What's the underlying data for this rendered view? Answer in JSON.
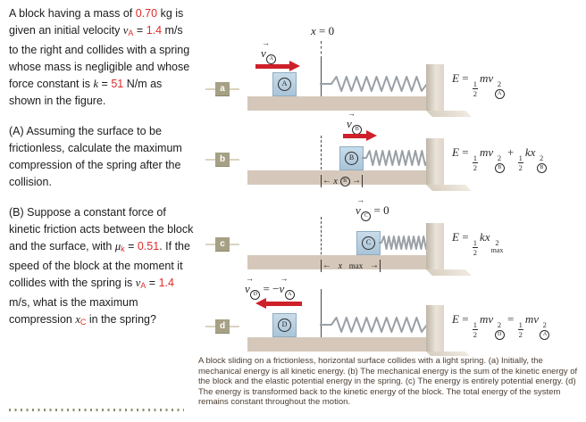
{
  "colors": {
    "highlight_red": "#e02b2b",
    "arrow_red": "#ce2029",
    "block_blue": "#b7cfe0",
    "floor_tan": "#d5c8ba",
    "label_olive": "#a6a085",
    "caption_brown": "#4b3e33",
    "spring_gray": "#9aa0a6"
  },
  "problem": {
    "p1": [
      {
        "t": "A block having a mass of "
      },
      {
        "t": "0.70",
        "red": true
      },
      {
        "t": " kg is given an initial velocity "
      },
      {
        "t": "v",
        "s": "i"
      },
      {
        "t": "A",
        "s": "sub",
        "red": true
      },
      {
        "t": " = "
      },
      {
        "t": "1.4",
        "red": true
      },
      {
        "t": " m/s to the right and collides with a spring whose mass is negligible and whose force constant is "
      },
      {
        "t": "k",
        "s": "i"
      },
      {
        "t": " = "
      },
      {
        "t": "51",
        "red": true
      },
      {
        "t": " N/m as shown in the figure."
      }
    ],
    "p2": [
      {
        "t": "(A) Assuming the surface to be frictionless, calculate the maximum compression of the spring after the collision."
      }
    ],
    "p3": [
      {
        "t": "(B) Suppose a constant force of kinetic friction acts between the block and the surface, with "
      },
      {
        "t": "μ",
        "s": "i"
      },
      {
        "t": "k",
        "s": "sub",
        "red": true
      },
      {
        "t": " = "
      },
      {
        "t": "0.51",
        "red": true
      },
      {
        "t": ". If the speed of the block at the moment it collides with the spring is "
      },
      {
        "t": "v",
        "s": "i"
      },
      {
        "t": "A",
        "s": "sub",
        "red": true
      },
      {
        "t": " = "
      },
      {
        "t": "1.4",
        "red": true
      },
      {
        "t": " m/s, what is the maximum compression "
      },
      {
        "t": "x",
        "s": "i"
      },
      {
        "t": "C",
        "s": "sub",
        "red": true
      },
      {
        "t": " in the spring?"
      }
    ]
  },
  "figure": {
    "x0_label": [
      {
        "t": "x",
        "s": "i"
      },
      {
        "t": " = 0"
      }
    ],
    "panels": [
      {
        "id": "a",
        "label": "a",
        "block_letter": "A",
        "velocity": [
          {
            "vec": "v"
          },
          {
            "csub": "A"
          }
        ],
        "equation": [
          {
            "t": "E",
            "s": "i"
          },
          {
            "t": " = "
          },
          {
            "frac": "1/2"
          },
          {
            "t": "mv",
            "s": "i"
          },
          {
            "stack": {
              "sup": "2",
              "csub": "A"
            }
          }
        ]
      },
      {
        "id": "b",
        "label": "b",
        "block_letter": "B",
        "velocity": [
          {
            "vec": "v"
          },
          {
            "csub": "B"
          }
        ],
        "marker": [
          {
            "t": "←"
          },
          {
            "t": "x",
            "s": "i"
          },
          {
            "csub": "B"
          },
          {
            "t": "→"
          }
        ],
        "equation": [
          {
            "t": "E",
            "s": "i"
          },
          {
            "t": " = "
          },
          {
            "frac": "1/2"
          },
          {
            "t": "mv",
            "s": "i"
          },
          {
            "stack": {
              "sup": "2",
              "csub": "B"
            }
          },
          {
            "t": " + "
          },
          {
            "frac": "1/2"
          },
          {
            "t": "kx",
            "s": "i"
          },
          {
            "stack": {
              "sup": "2",
              "csub": "B"
            }
          }
        ]
      },
      {
        "id": "c",
        "label": "c",
        "block_letter": "C",
        "velocity": [
          {
            "vec": "v"
          },
          {
            "csub": "C"
          },
          {
            "t": " = 0"
          }
        ],
        "marker": [
          {
            "t": "←"
          },
          {
            "t": "x",
            "s": "i"
          },
          {
            "t": "max",
            "s": "sub"
          },
          {
            "t": "→"
          }
        ],
        "equation": [
          {
            "t": "E",
            "s": "i"
          },
          {
            "t": " = "
          },
          {
            "frac": "1/2"
          },
          {
            "t": "kx",
            "s": "i"
          },
          {
            "stack": {
              "sup": "2",
              "sub": "max"
            }
          }
        ]
      },
      {
        "id": "d",
        "label": "d",
        "block_letter": "D",
        "velocity": [
          {
            "vec": "v"
          },
          {
            "csub": "D"
          },
          {
            "t": " = −"
          },
          {
            "vec": "v"
          },
          {
            "csub": "A"
          }
        ],
        "equation": [
          {
            "t": "E",
            "s": "i"
          },
          {
            "t": " = "
          },
          {
            "frac": "1/2"
          },
          {
            "t": "mv",
            "s": "i"
          },
          {
            "stack": {
              "sup": "2",
              "csub": "D"
            }
          },
          {
            "t": " = "
          },
          {
            "frac": "1/2"
          },
          {
            "t": "mv",
            "s": "i"
          },
          {
            "stack": {
              "sup": "2",
              "csub": "A"
            }
          }
        ]
      }
    ],
    "caption": "A block sliding on a frictionless, horizontal surface collides with a light spring. (a) Initially, the mechanical energy is all kinetic energy. (b) The mechanical energy is the sum of the kinetic energy of the block and the elastic potential energy in the spring. (c) The energy is entirely potential energy. (d) The energy is transformed back to the kinetic energy of the block. The total energy of the system remains constant throughout the motion."
  }
}
